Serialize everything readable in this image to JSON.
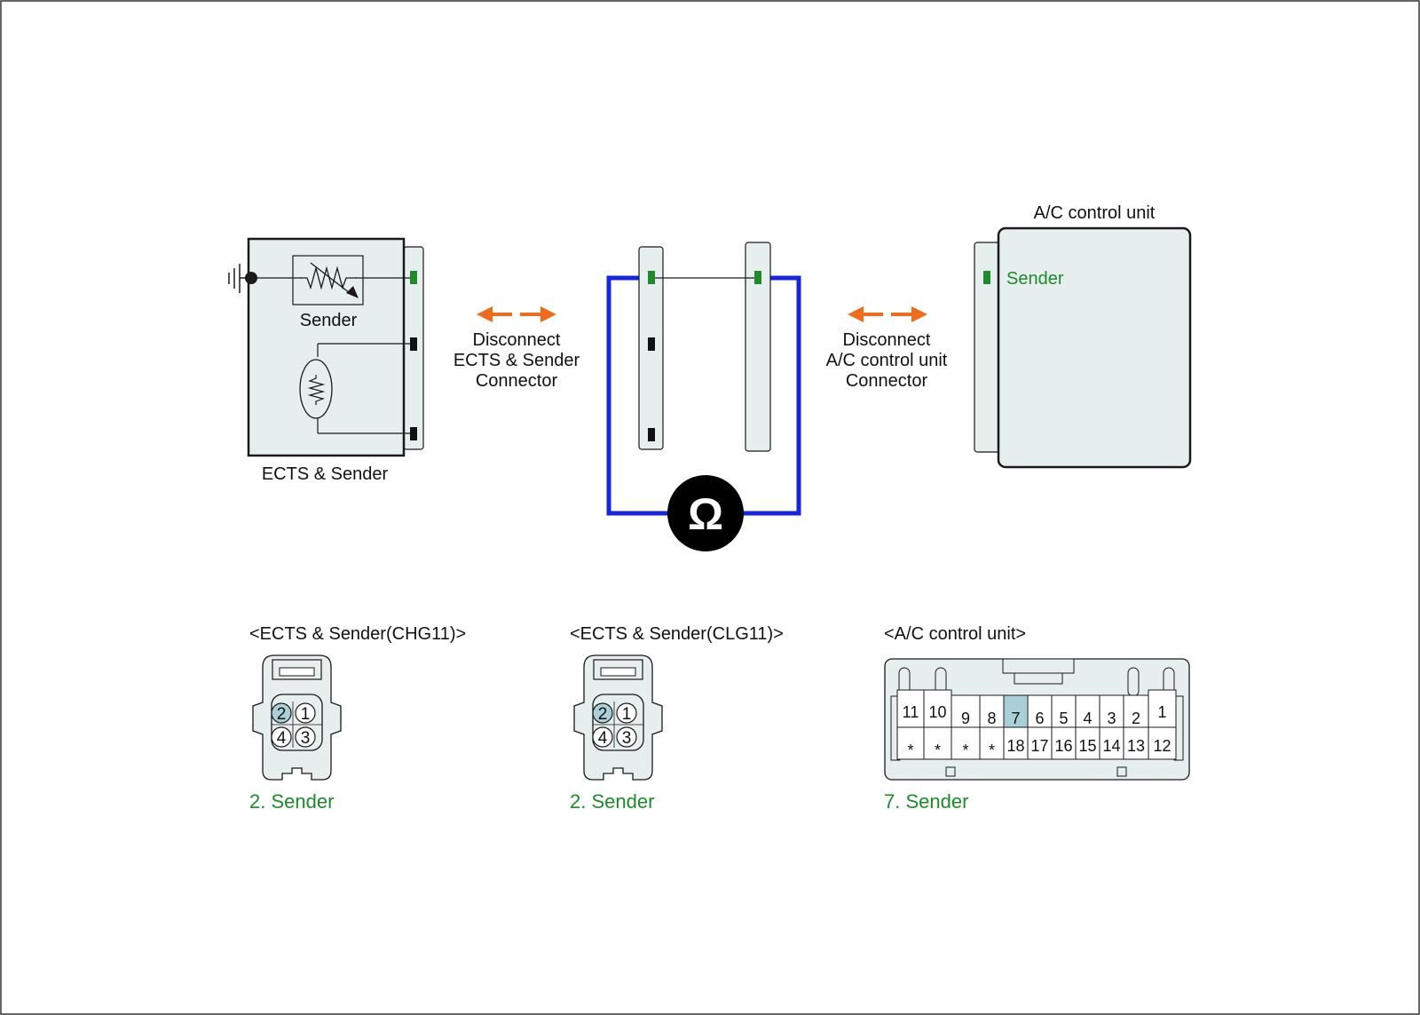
{
  "colors": {
    "panel_fill": "#e6eeee",
    "stroke": "#1a1a1a",
    "wire_blue": "#1626e0",
    "arrow_orange": "#f26a1b",
    "pin_green": "#1e8a2a",
    "label_green": "#1e8a2a",
    "highlight_pin": "#a9cfd8",
    "meter_black": "#000000"
  },
  "ects_module": {
    "sender_label": "Sender",
    "caption": "ECTS & Sender",
    "ground_icon": "ground-icon",
    "thermistor_icon": "variable-resistor-icon",
    "sensor_icon": "thermistor-icon"
  },
  "disconnect_left": {
    "line1": "Disconnect",
    "line2": "ECTS & Sender",
    "line3": "Connector"
  },
  "disconnect_right": {
    "line1": "Disconnect",
    "line2": "A/C control unit",
    "line3": "Connector"
  },
  "meter": {
    "symbol": "Ω",
    "icon": "ohmmeter-icon"
  },
  "ac_unit": {
    "title": "A/C control unit",
    "sender_label": "Sender"
  },
  "connectors": {
    "chg11": {
      "title": "<ECTS & Sender(CHG11)>",
      "pins": [
        "2",
        "1",
        "4",
        "3"
      ],
      "highlight": "2",
      "result": "2. Sender"
    },
    "clg11": {
      "title": "<ECTS & Sender(CLG11)>",
      "pins": [
        "2",
        "1",
        "4",
        "3"
      ],
      "highlight": "2",
      "result": "2. Sender"
    },
    "ac": {
      "title": "<A/C control unit>",
      "top_row": [
        "11",
        "10",
        "9",
        "8",
        "7",
        "6",
        "5",
        "4",
        "3",
        "2",
        "1"
      ],
      "bottom_row": [
        "*",
        "*",
        "*",
        "*",
        "18",
        "17",
        "16",
        "15",
        "14",
        "13",
        "12"
      ],
      "highlight": "7",
      "result": "7. Sender"
    }
  }
}
